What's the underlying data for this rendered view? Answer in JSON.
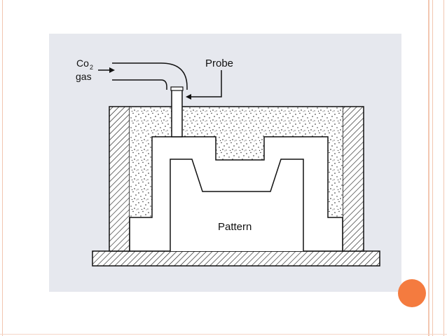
{
  "diagram": {
    "labels": {
      "gas_line1": "Co",
      "gas_sub": "2",
      "gas_line2": "gas",
      "probe": "Probe",
      "pattern": "Pattern"
    }
  },
  "colors": {
    "panel": "#e6e8ee",
    "accent_dot": "#f47b3f",
    "border_lines": "#f2c6b0",
    "ink": "#111111"
  }
}
